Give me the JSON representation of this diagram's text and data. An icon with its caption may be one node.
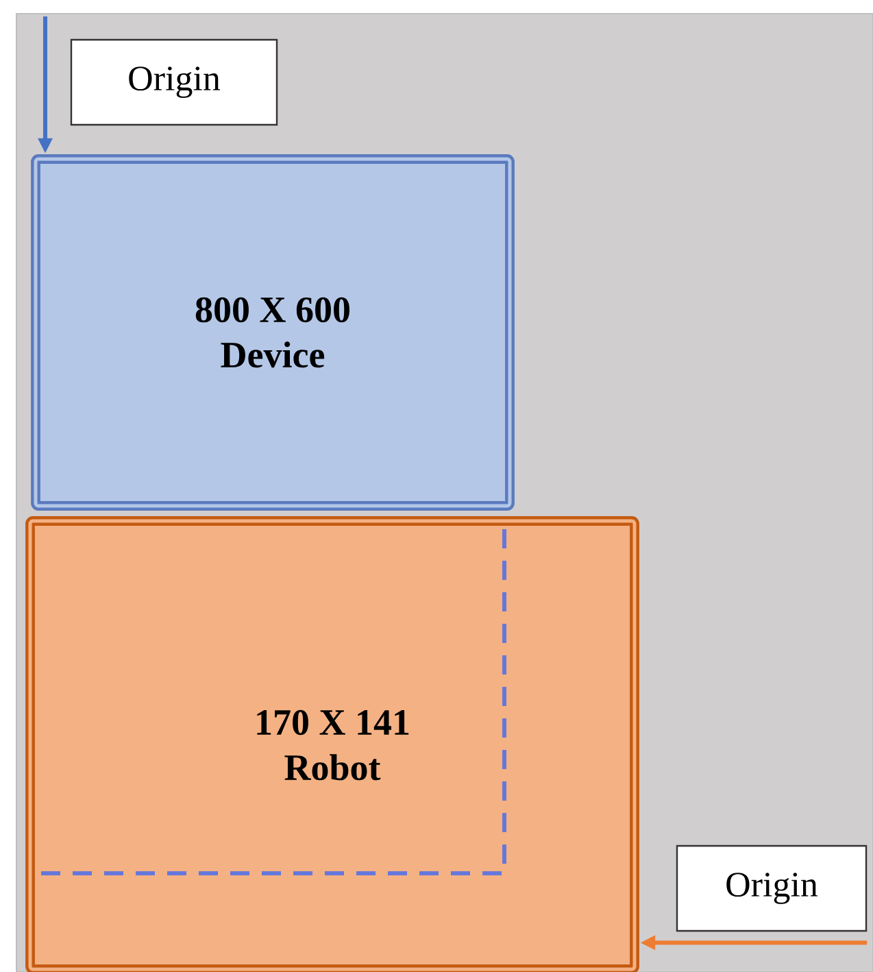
{
  "diagram": {
    "nodes": [
      {
        "text": [
          "Origin"
        ]
      },
      {
        "text": [
          "800 X 600",
          "Device"
        ]
      },
      {
        "text": [
          "170 X 141",
          "Robot"
        ]
      },
      {
        "text": [
          "Origin"
        ]
      }
    ],
    "edges": [
      {
        "from": null,
        "to": 1,
        "arrow": "to",
        "color": "#4472c4"
      },
      {
        "from": 3,
        "to": 2,
        "arrow": "to",
        "color": "#ed7d31"
      }
    ]
  }
}
